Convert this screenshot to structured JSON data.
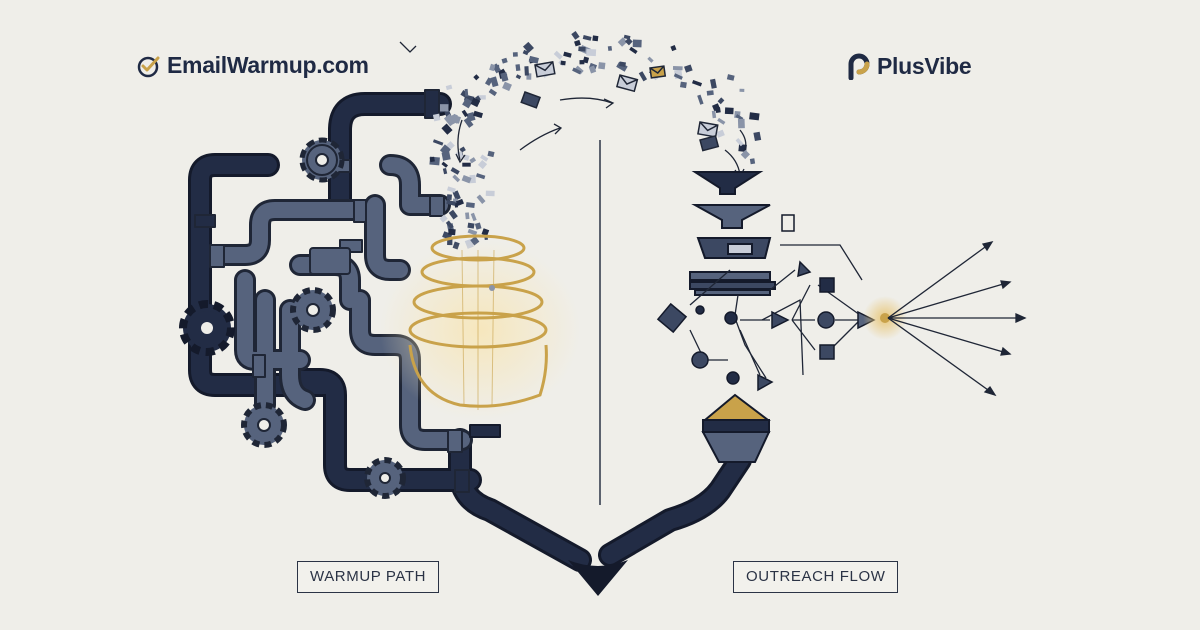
{
  "brands": {
    "left": {
      "name": "EmailWarmup.com",
      "icon": "checkmark-circle-icon",
      "icon_color": "#c9a24a"
    },
    "right": {
      "name": "PlusVibe",
      "icon": "plusvibe-p-logo-icon",
      "icon_color": "#c9a24a"
    }
  },
  "labels": {
    "left": "WARMUP PATH",
    "right": "OUTREACH FLOW"
  },
  "colors": {
    "background": "#efeee9",
    "navy": "#1f2a44",
    "slate": "#56637d",
    "gold": "#c9a24a"
  }
}
